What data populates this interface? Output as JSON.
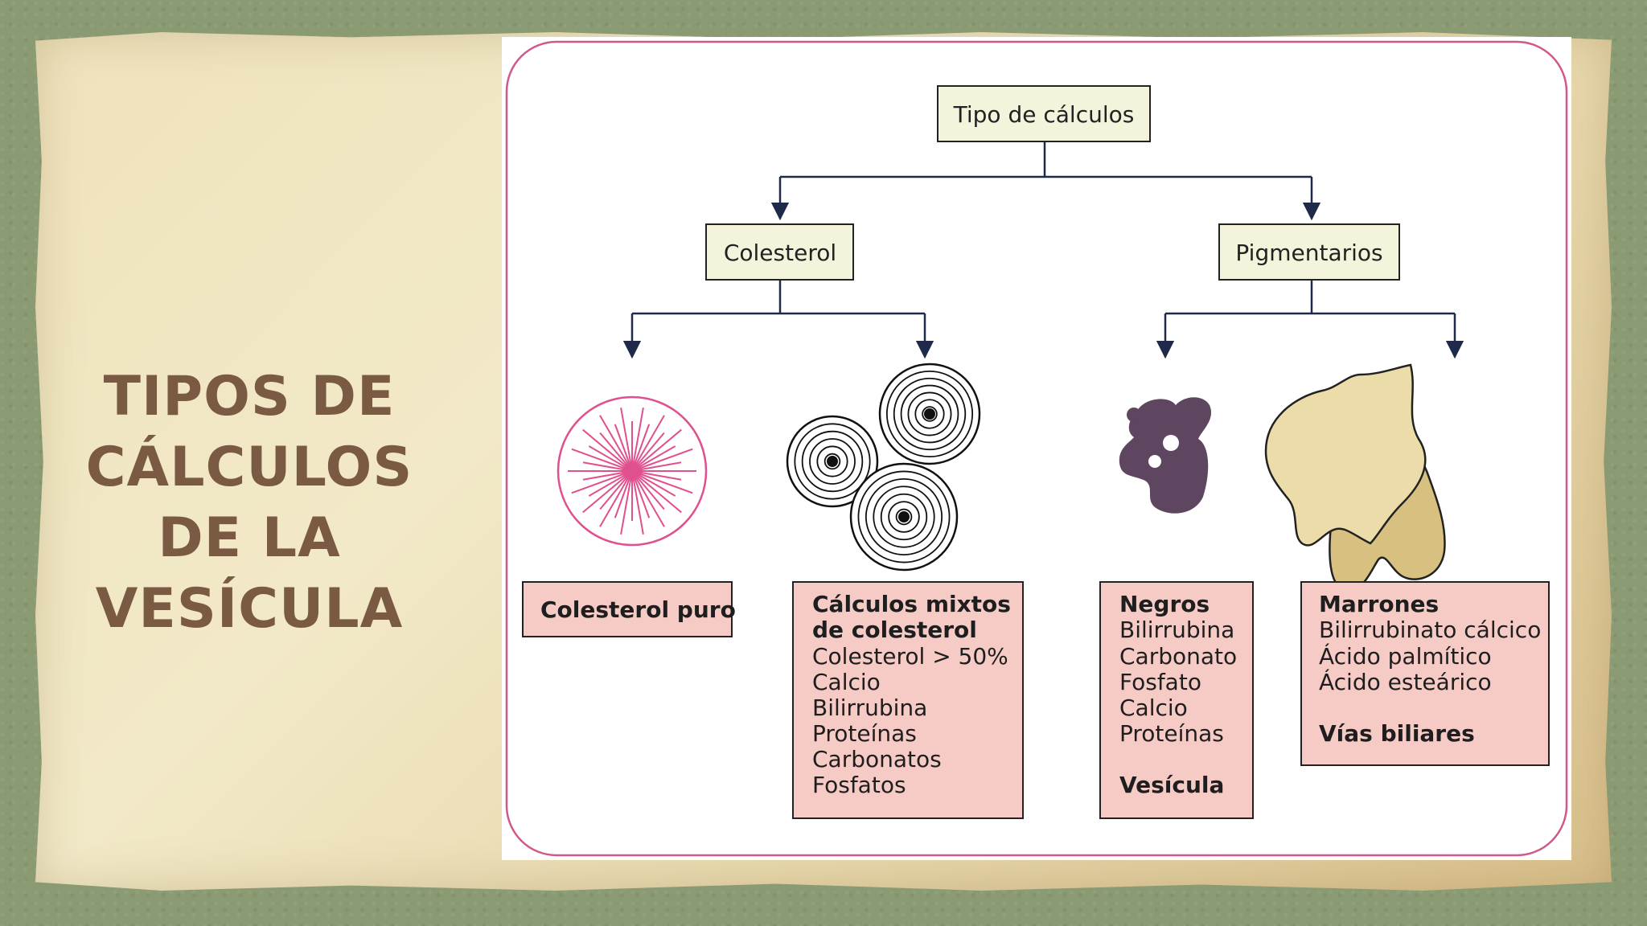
{
  "slide": {
    "title_lines": [
      "TIPOS DE",
      "CÁLCULOS",
      "DE LA",
      "VESÍCULA"
    ]
  },
  "colors": {
    "frame_border": "#d0588a",
    "node_fill": "#f4f4dc",
    "box_fill": "#f6cbc6",
    "pure_star": "#e0508e",
    "black_stone": "#5e4560",
    "brown_stone": "#ecdcaa",
    "brown_stone_dark": "#d8c080",
    "title_text": "#7a5a42"
  },
  "diagram": {
    "root": "Tipo de cálculos",
    "branches": {
      "left": "Colesterol",
      "right": "Pigmentarios"
    },
    "leaves": [
      {
        "heading": [
          "Colesterol puro"
        ],
        "items": [],
        "footer": ""
      },
      {
        "heading": [
          "Cálculos mixtos",
          "de colesterol"
        ],
        "items": [
          "Colesterol > 50%",
          "Calcio",
          "Bilirrubina",
          "Proteínas",
          "Carbonatos",
          "Fosfatos"
        ],
        "footer": ""
      },
      {
        "heading": [
          "Negros"
        ],
        "items": [
          "Bilirrubina",
          "Carbonato",
          "Fosfato",
          "Calcio",
          "Proteínas"
        ],
        "footer": "Vesícula"
      },
      {
        "heading": [
          "Marrones"
        ],
        "items": [
          "Bilirrubinato cálcico",
          "Ácido palmítico",
          "Ácido esteárico"
        ],
        "footer": "Vías biliares"
      }
    ]
  }
}
